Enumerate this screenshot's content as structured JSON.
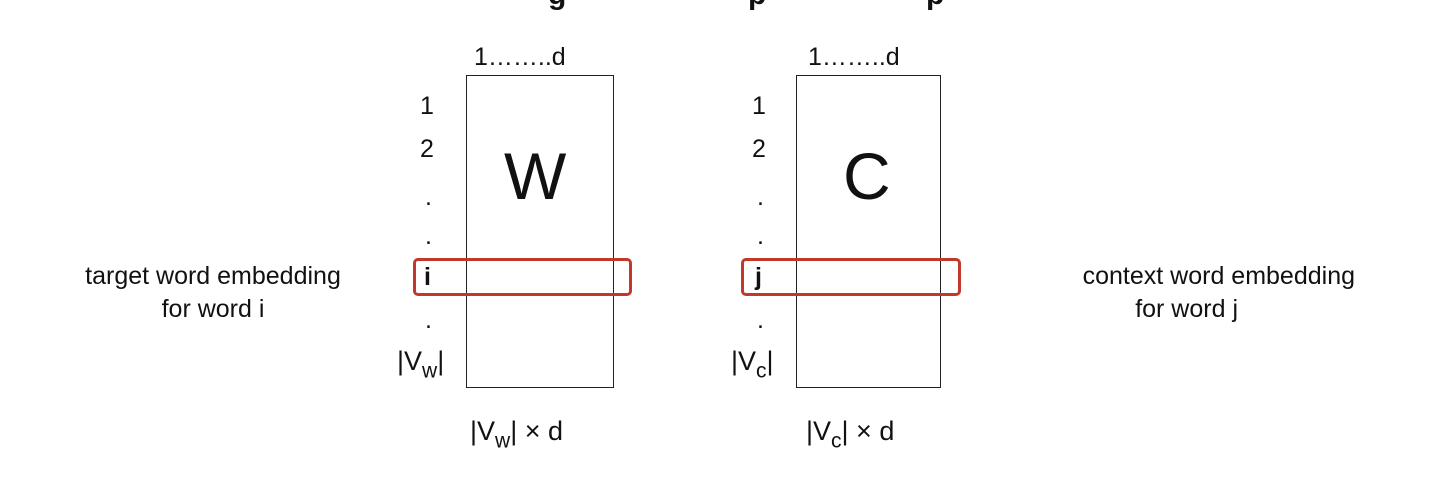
{
  "title_fragments": [
    "g",
    "p",
    "p"
  ],
  "colors": {
    "highlight": "#c0392b",
    "stroke": "#222222",
    "text": "#111111"
  },
  "target_matrix": {
    "letter": "W",
    "col_range": "1……..d",
    "rows": [
      "1",
      "2",
      ".",
      ".",
      "i",
      "."
    ],
    "size_row": {
      "prefix": "|V",
      "sub": "w",
      "suffix": "|"
    },
    "dims": {
      "prefix": "|V",
      "sub": "w",
      "suffix": "| × d"
    },
    "caption": [
      "target word embedding",
      "for word i"
    ]
  },
  "context_matrix": {
    "letter": "C",
    "col_range": "1……..d",
    "rows": [
      "1",
      "2",
      ".",
      ".",
      "j",
      "."
    ],
    "size_row": {
      "prefix": "|V",
      "sub": "c",
      "suffix": "|"
    },
    "dims": {
      "prefix": "|V",
      "sub": "c",
      "suffix": "| × d"
    },
    "caption": [
      "context word embedding",
      "for word j"
    ]
  }
}
